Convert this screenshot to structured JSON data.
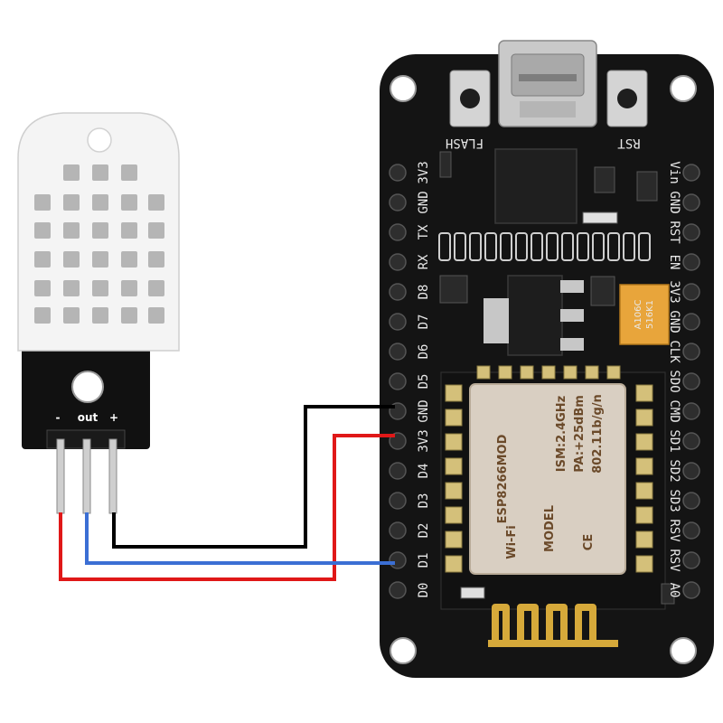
{
  "board": {
    "left_pins": [
      "D0",
      "D1",
      "D2",
      "D3",
      "D4",
      "3V3",
      "GND",
      "D5",
      "D6",
      "D7",
      "D8",
      "RX",
      "TX",
      "GND",
      "3V3"
    ],
    "right_pins": [
      "A0",
      "RSV",
      "RSV",
      "SD3",
      "SD2",
      "SD1",
      "CMD",
      "SDO",
      "CLK",
      "GND",
      "3V3",
      "EN",
      "RST",
      "GND",
      "Vin"
    ],
    "button_flash": "FLASH",
    "button_rst": "RST",
    "module_name": "ESP8266MOD",
    "module_ism": "ISM:2.4GHz",
    "module_pa": "PA:+25dBm",
    "module_std": "802.11b/g/n",
    "module_model": "MODEL",
    "module_wifi": "Wi-Fi",
    "module_ce": "CE",
    "cap_line1": "A106C",
    "cap_line2": "516K1"
  },
  "sensor": {
    "pin_minus": "-",
    "pin_out": "out",
    "pin_plus": "+"
  },
  "colors": {
    "wire_gnd": "#000000",
    "wire_vcc": "#e01818",
    "wire_data": "#3b6fd4",
    "pcb": "#141414",
    "sensor_body": "#f4f4f4",
    "module_shield": "#d9cfc2"
  }
}
